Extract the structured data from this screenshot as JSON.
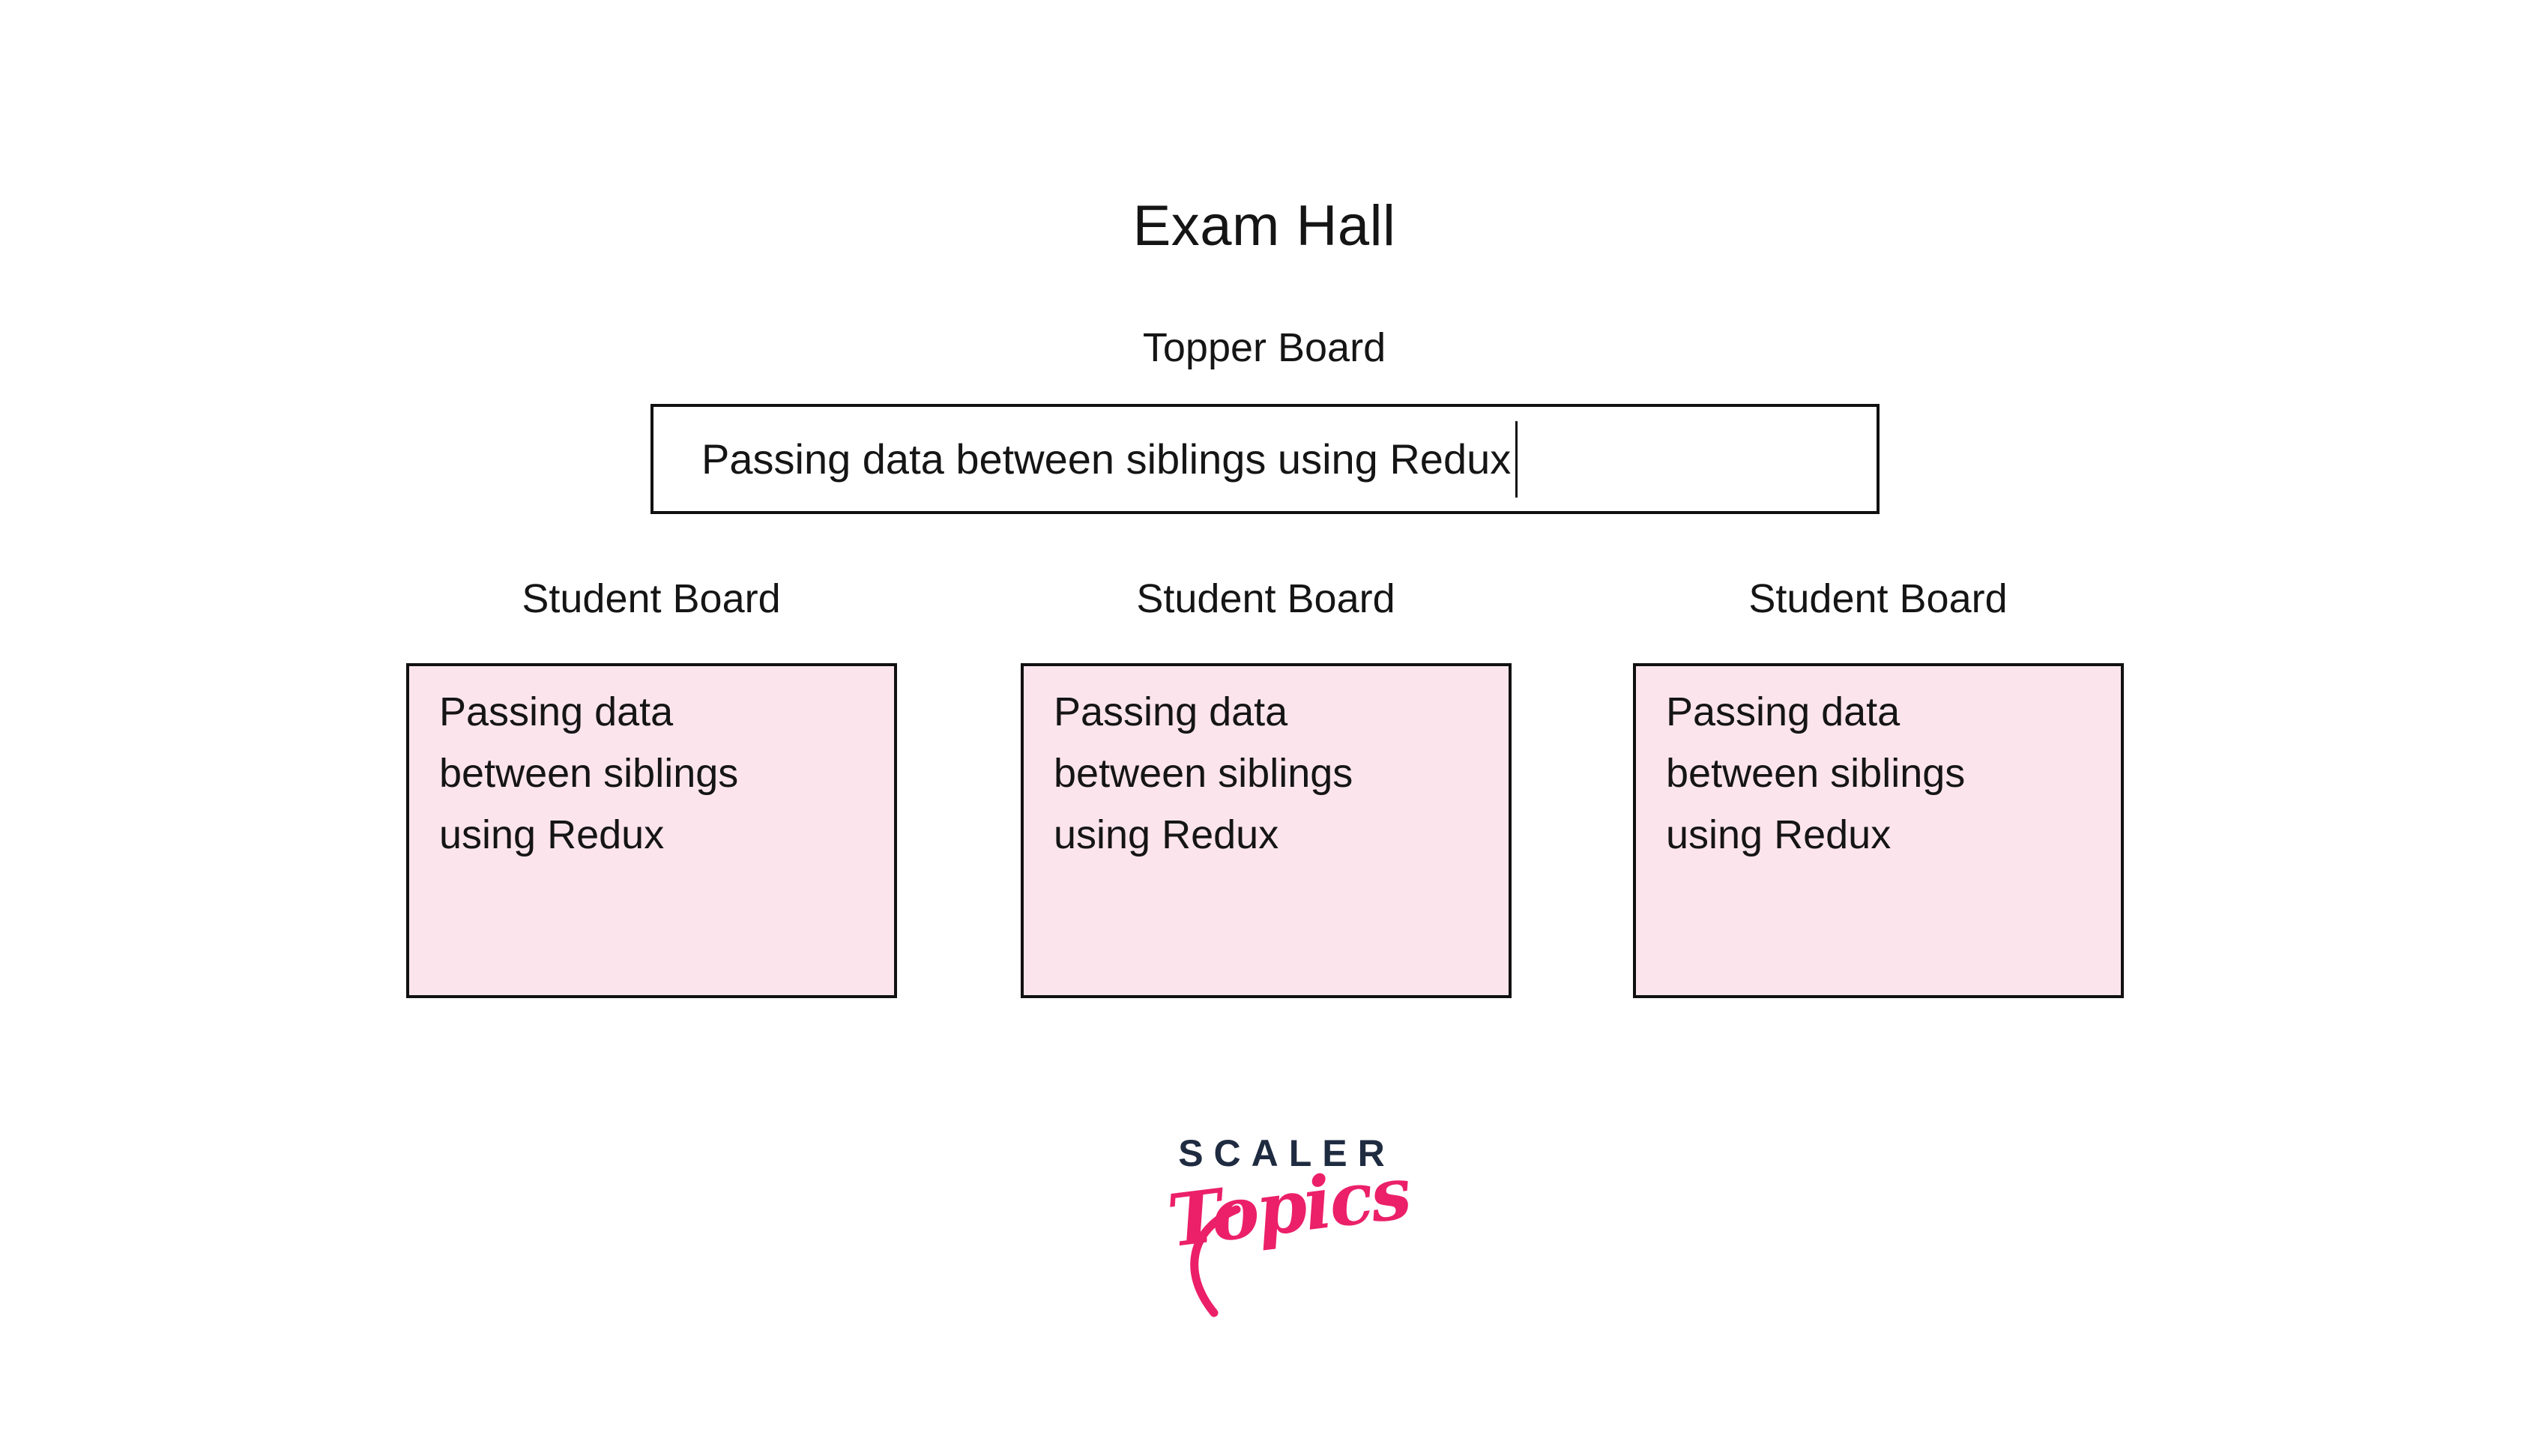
{
  "title": "Exam Hall",
  "topper": {
    "label": "Topper Board",
    "value": "Passing data between siblings using Redux"
  },
  "boards": [
    {
      "label": "Student Board",
      "lines": [
        "Passing data",
        "between siblings",
        "using Redux"
      ]
    },
    {
      "label": "Student Board",
      "lines": [
        "Passing data",
        "between siblings",
        "using Redux"
      ]
    },
    {
      "label": "Student Board",
      "lines": [
        "Passing data",
        "between siblings",
        "using Redux"
      ]
    }
  ],
  "logo": {
    "brand": "SCALER",
    "sub": "Topics"
  },
  "colors": {
    "board_fill": "#FCE4ED",
    "outline": "#111111",
    "text": "#151515",
    "brand_navy": "#1F2B40",
    "brand_pink": "#EB2069",
    "caret": "#111111"
  }
}
